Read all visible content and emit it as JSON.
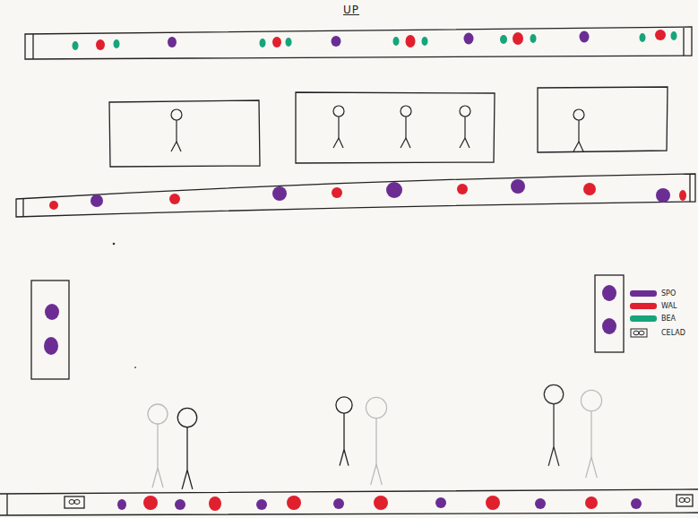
{
  "diagram": {
    "title": "UP",
    "legend": [
      {
        "text": "SPO",
        "color": "#6b2d93"
      },
      {
        "text": "WAL",
        "color": "#e0202e"
      },
      {
        "text": "BEA",
        "color": "#17a47a"
      },
      {
        "text": "CELAD"
      }
    ]
  }
}
